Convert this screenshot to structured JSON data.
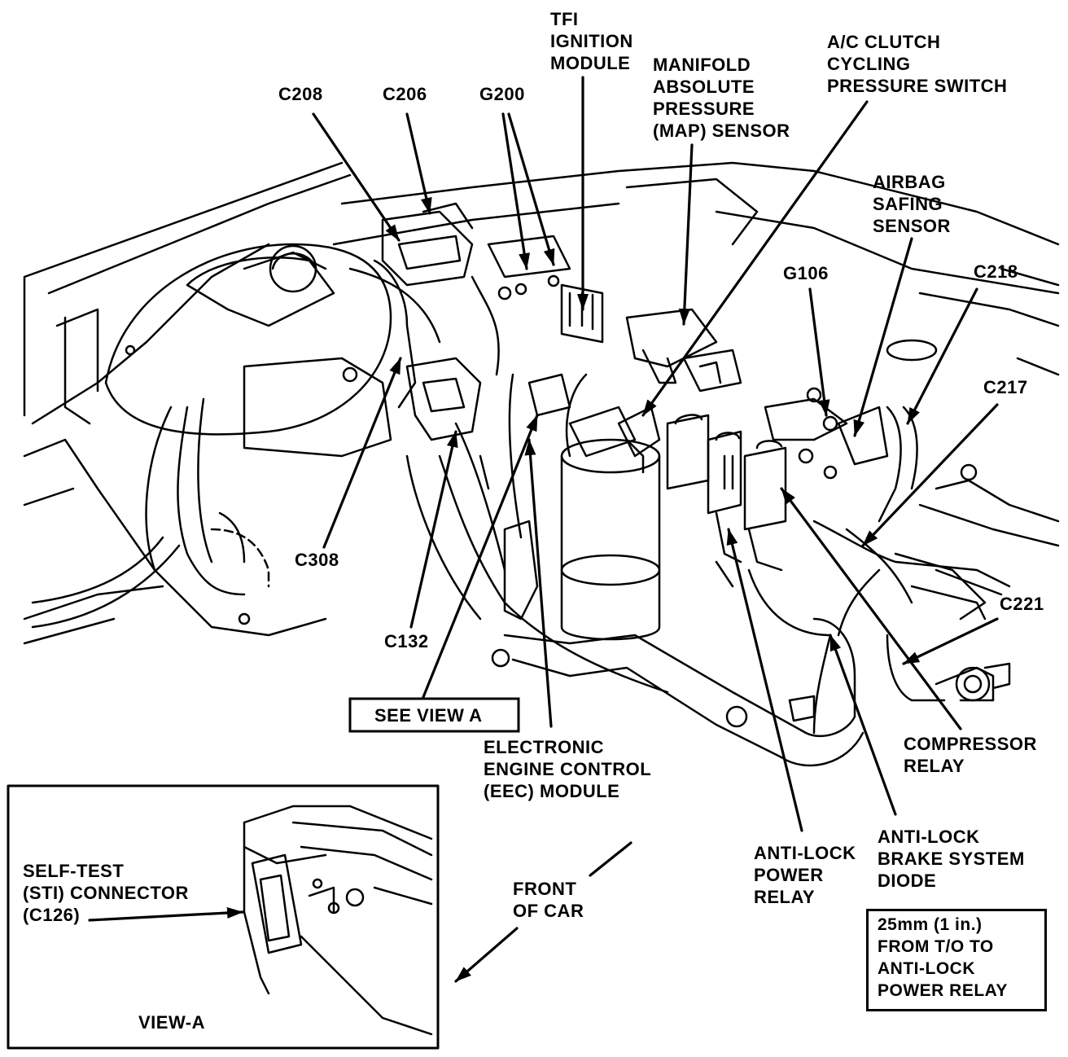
{
  "labels": {
    "tfi": "TFI\nIGNITION\nMODULE",
    "map": "MANIFOLD\nABSOLUTE\nPRESSURE\n(MAP) SENSOR",
    "ac_clutch": "A/C CLUTCH\nCYCLING\nPRESSURE SWITCH",
    "c208": "C208",
    "c206": "C206",
    "g200": "G200",
    "airbag": "AIRBAG\nSAFING\nSENSOR",
    "g106": "G106",
    "c218": "C218",
    "c217": "C217",
    "c308": "C308",
    "c132": "C132",
    "c221": "C221",
    "see_view_a": "SEE VIEW A",
    "eec": "ELECTRONIC\nENGINE CONTROL\n(EEC) MODULE",
    "compressor_relay": "COMPRESSOR\nRELAY",
    "abs_diode": "ANTI-LOCK\nBRAKE SYSTEM\nDIODE",
    "abs_power_relay": "ANTI-LOCK\nPOWER\nRELAY",
    "front_of_car": "FRONT\nOF CAR",
    "self_test": "SELF-TEST\n(STI) CONNECTOR\n(C126)",
    "view_a": "VIEW-A",
    "note": "25mm (1 in.)\nFROM T/O TO\nANTI-LOCK\nPOWER RELAY"
  }
}
